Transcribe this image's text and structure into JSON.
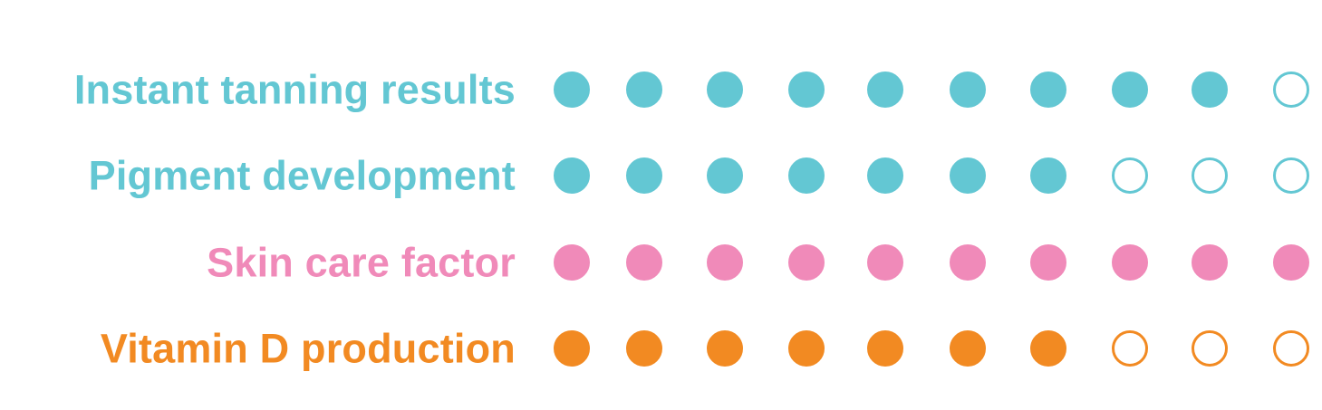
{
  "chart_data": {
    "type": "table",
    "max_rating": 10,
    "rows": [
      {
        "label": "Instant tanning results",
        "rating": 9,
        "color": "#63c7d3"
      },
      {
        "label": "Pigment development",
        "rating": 7,
        "color": "#63c7d3"
      },
      {
        "label": "Skin care factor",
        "rating": 10,
        "color": "#f08ab9"
      },
      {
        "label": "Vitamin D production",
        "rating": 7,
        "color": "#f28a22"
      }
    ]
  }
}
